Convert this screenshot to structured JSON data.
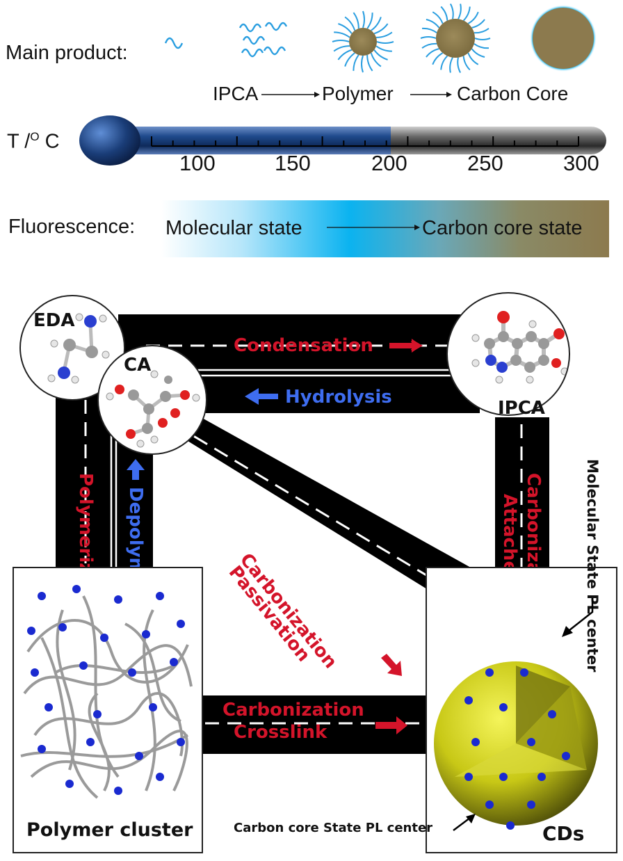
{
  "top": {
    "main_product_label": "Main product:",
    "products": [
      "IPCA",
      "Polymer",
      "Carbon Core"
    ],
    "temperature_label": "T /",
    "temperature_unit_sup": "O",
    "temperature_unit": " C",
    "ticks": [
      "100",
      "150",
      "200",
      "250",
      "300"
    ],
    "fluorescence_label": "Fluorescence:",
    "fluorescence_from": "Molecular state",
    "fluorescence_to": "Carbon core state"
  },
  "nodes": {
    "eda": "EDA",
    "ca": "CA",
    "ipca": "IPCA",
    "polymer_cluster": "Polymer cluster",
    "cds": "CDs"
  },
  "roads": {
    "condensation": "Condensation",
    "hydrolysis": "Hydrolysis",
    "polymerization": "Polymerization",
    "depolymerization": "Depolymerization",
    "carbonization_passivation_1": "Carbonization",
    "carbonization_passivation_2": "Passivation",
    "carbonization_attached_1": "Carbonization",
    "carbonization_attached_2": "Attached",
    "carbonization_crosslink_1": "Carbonization",
    "carbonization_crosslink_2": "Crosslink"
  },
  "annotations": {
    "molecular_pl_center": "Molecular State PL center",
    "carbon_core_pl_center": "Carbon core State PL center"
  },
  "colors": {
    "reaction_forward": "#d4142a",
    "reaction_reverse": "#3e6df0",
    "road": "#000000",
    "carbon_core": "#8c7a4e",
    "fluorescence_blue": "#0bb3f0",
    "cds_yellow": "#c8c816"
  }
}
